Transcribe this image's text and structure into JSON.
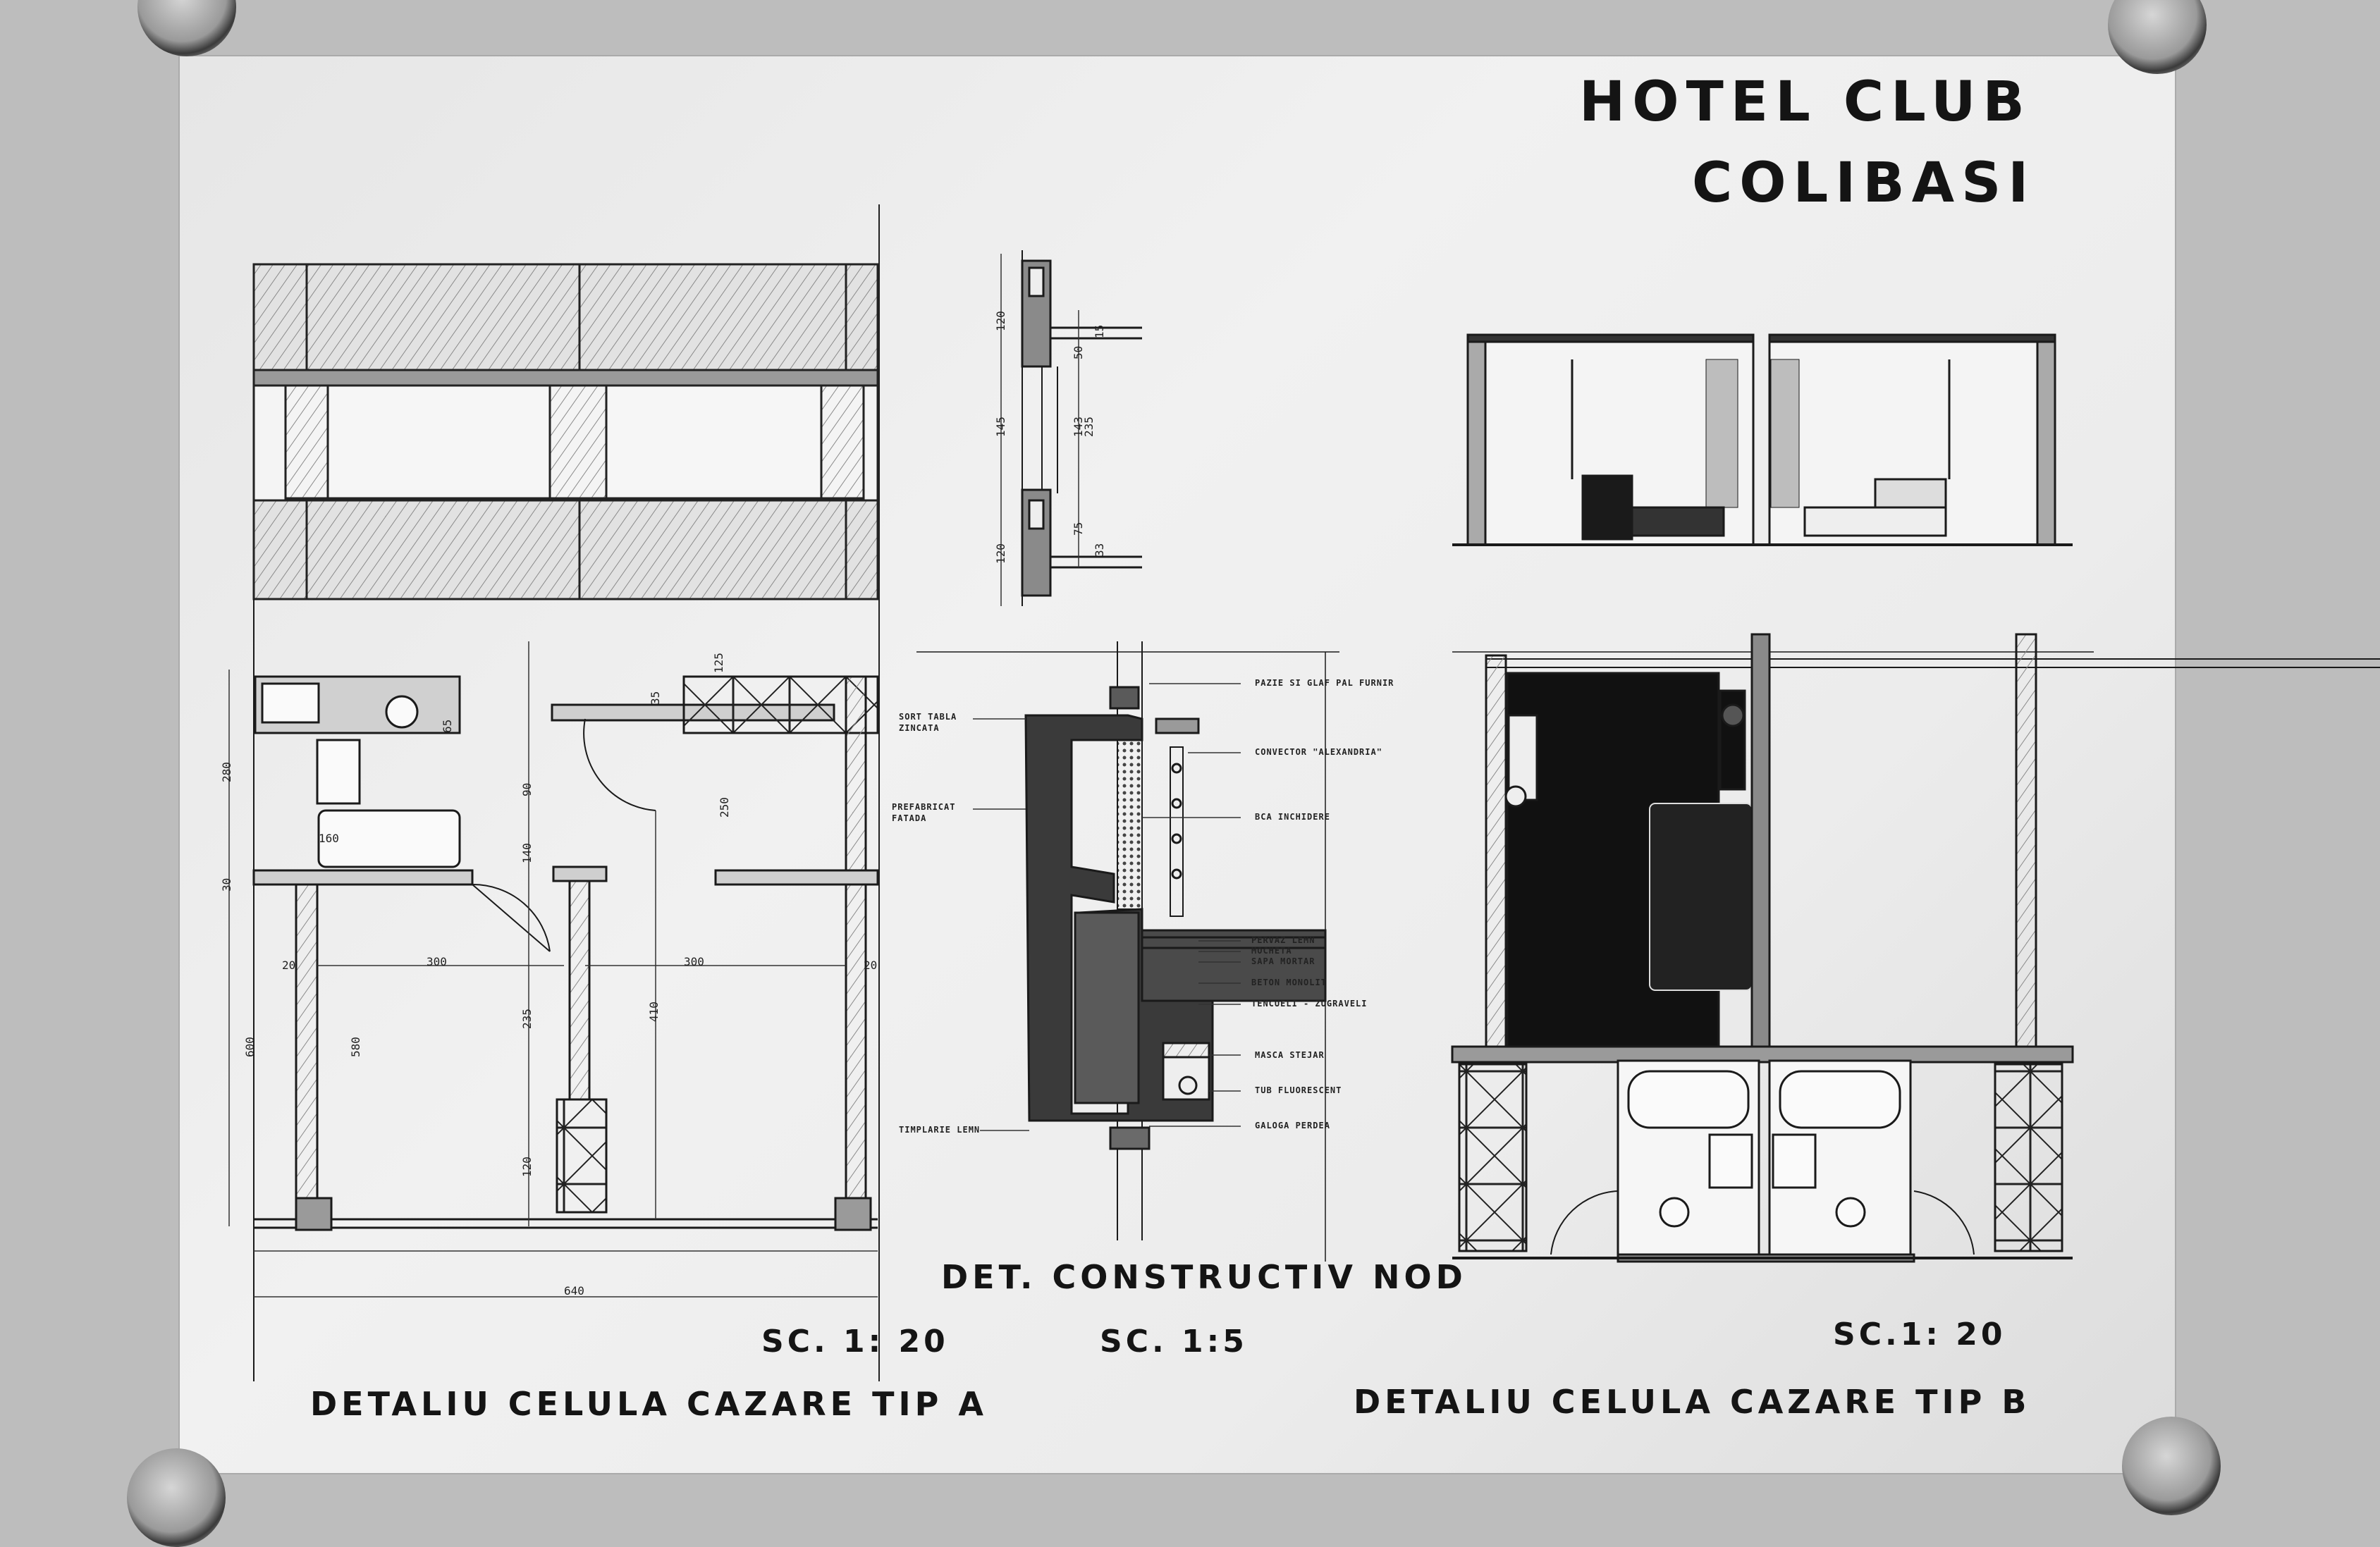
{
  "title": {
    "line1": "HOTEL CLUB",
    "line2": "COLIBASI"
  },
  "captions": {
    "cell_a": "DETALIU CELULA CAZARE  TIP A",
    "cell_b": "DETALIU CELULA CAZARE  TIP B",
    "detail": "DET.  CONSTRUCTIV  NOD"
  },
  "scales": {
    "cell_a": "SC. 1: 20",
    "detail": "SC.  1:5",
    "cell_b": "SC.1: 20"
  },
  "node_annotations_left": [
    "SORT TABLA",
    "ZINCATA",
    "PREFABRICAT",
    "FATADA",
    "TIMPLARIE  LEMN"
  ],
  "node_annotations_right": [
    "PAZIE  SI  GLAF  PAL  FURNIR",
    "CONVECTOR \"ALEXANDRIA\"",
    "BCA  INCHIDERE",
    "PERVAZ  LEMN",
    "MOCHETA",
    "SAPA  MORTAR",
    "BETON  MONOLIT",
    "TENCUELI - ZUGRAVELI",
    "MASCA  STEJAR",
    "TUB  FLUORESCENT",
    "GALOGA  PERDEA"
  ],
  "section_dims": [
    "120",
    "145",
    "120",
    "15",
    "50",
    "143",
    "235",
    "75",
    "33"
  ],
  "plan_a_dims": {
    "total_width": "640",
    "room_widths": [
      "300",
      "300"
    ],
    "walls": [
      "20",
      "20"
    ],
    "heights": [
      "280",
      "250",
      "410",
      "600",
      "580",
      "235",
      "120",
      "140",
      "90",
      "160",
      "30",
      "65",
      "125",
      "35"
    ]
  },
  "colors": {
    "ink": "#1a1a1a",
    "paper": "#eeeeee",
    "background": "#bdbdbd",
    "hatch": "#777777"
  }
}
